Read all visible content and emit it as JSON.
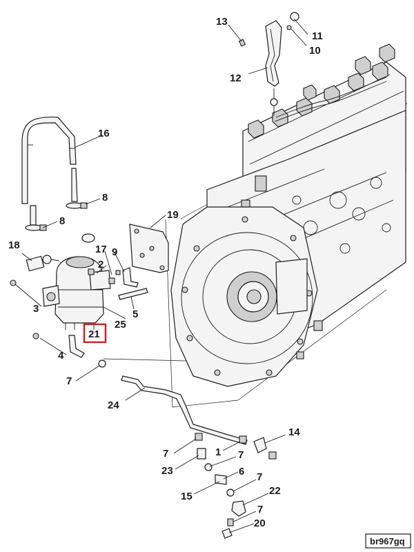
{
  "diagram": {
    "reference_code": "br967gq",
    "highlighted_callout": "21",
    "callouts": {
      "c1": "1",
      "c2": "2",
      "c3": "3",
      "c4": "4",
      "c5": "5",
      "c6": "6",
      "c7a": "7",
      "c7b": "7",
      "c7c": "7",
      "c7d": "7",
      "c7e": "7",
      "c8a": "8",
      "c8b": "8",
      "c9": "9",
      "c10": "10",
      "c11": "11",
      "c12": "12",
      "c13": "13",
      "c14": "14",
      "c15": "15",
      "c16": "16",
      "c17": "17",
      "c18": "18",
      "c19": "19",
      "c20": "20",
      "c21": "21",
      "c22": "22",
      "c23": "23",
      "c24": "24",
      "c25": "25"
    }
  }
}
